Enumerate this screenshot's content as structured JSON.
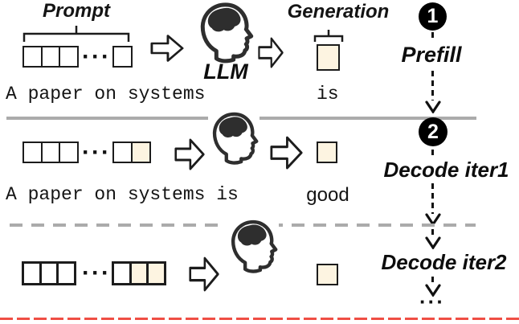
{
  "ellipsis": "···",
  "colors": {
    "ink": "#1c1c1c",
    "icon": "#2e2e2e",
    "token-new": "#FDF4E1",
    "sep": "#ababab",
    "red": "#ef4e44"
  },
  "icons": {
    "llm": "head-with-brain-icon",
    "flow": "hollow-right-arrow-icon",
    "step_flow": "dashed-down-arrow-icon"
  },
  "row1": {
    "prompt_label": "Prompt",
    "generation_label": "Generation",
    "llm_label": "LLM",
    "prompt_text": "A paper on systems",
    "generated_word": "is",
    "step_number": "1",
    "step_label": "Prefill",
    "prompt_tokens": [
      "blank",
      "blank",
      "blank"
    ],
    "tail_tokens": [
      "blank"
    ],
    "generated_tokens": [
      "new"
    ]
  },
  "row2": {
    "prompt_text": "A paper on systems is",
    "generated_word": "good",
    "step_number": "2",
    "step_label": "Decode iter1",
    "prompt_tokens": [
      "blank",
      "blank",
      "blank"
    ],
    "tail_tokens": [
      "blank",
      "new"
    ],
    "generated_tokens": [
      "new"
    ]
  },
  "row3": {
    "step_label": "Decode iter2",
    "more_label": "···",
    "prompt_tokens": [
      "blank",
      "blank",
      "blank"
    ],
    "tail_tokens": [
      "blank",
      "new",
      "new"
    ],
    "generated_tokens": [
      "new"
    ]
  }
}
